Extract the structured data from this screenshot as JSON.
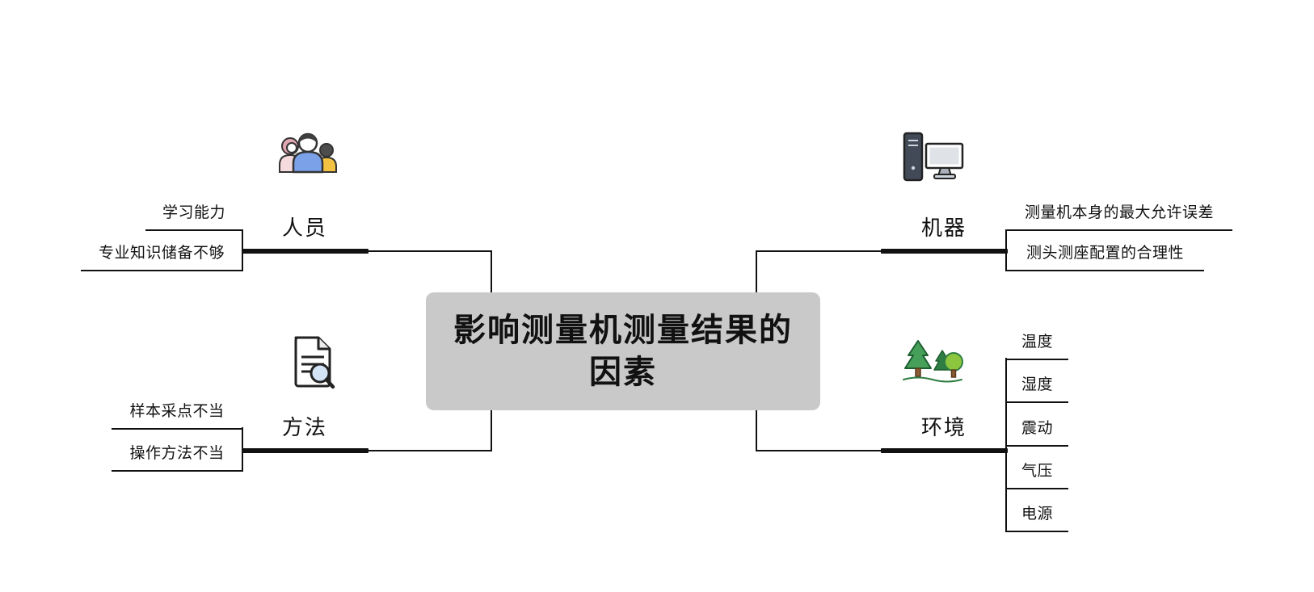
{
  "central_topic": {
    "lines": [
      "影响测量机测量结果的",
      "因素"
    ]
  },
  "branches": {
    "personnel": {
      "label": "人员",
      "icon": "people-icon",
      "leaves": [
        "学习能力",
        "专业知识储备不够"
      ]
    },
    "method": {
      "label": "方法",
      "icon": "document-search-icon",
      "leaves": [
        "样本采点不当",
        "操作方法不当"
      ]
    },
    "machine": {
      "label": "机器",
      "icon": "computer-icon",
      "leaves": [
        "测量机本身的最大允许误差",
        "测头测座配置的合理性"
      ]
    },
    "environment": {
      "label": "环境",
      "icon": "trees-icon",
      "leaves": [
        "温度",
        "湿度",
        "震动",
        "气压",
        "电源"
      ]
    }
  },
  "colors": {
    "central_bg": "#c9c9c9",
    "line": "#111111",
    "text": "#111111",
    "people_shirt": "#7ba1e8",
    "people_pink": "#e2a6b0",
    "people_yellow": "#f4c243",
    "tree_green": "#46a05a",
    "tree_light_green": "#8cc63f",
    "monitor_screen": "#dfe3e8",
    "tower_body": "#434a57",
    "magnifier_lens": "#cfe2f6"
  }
}
